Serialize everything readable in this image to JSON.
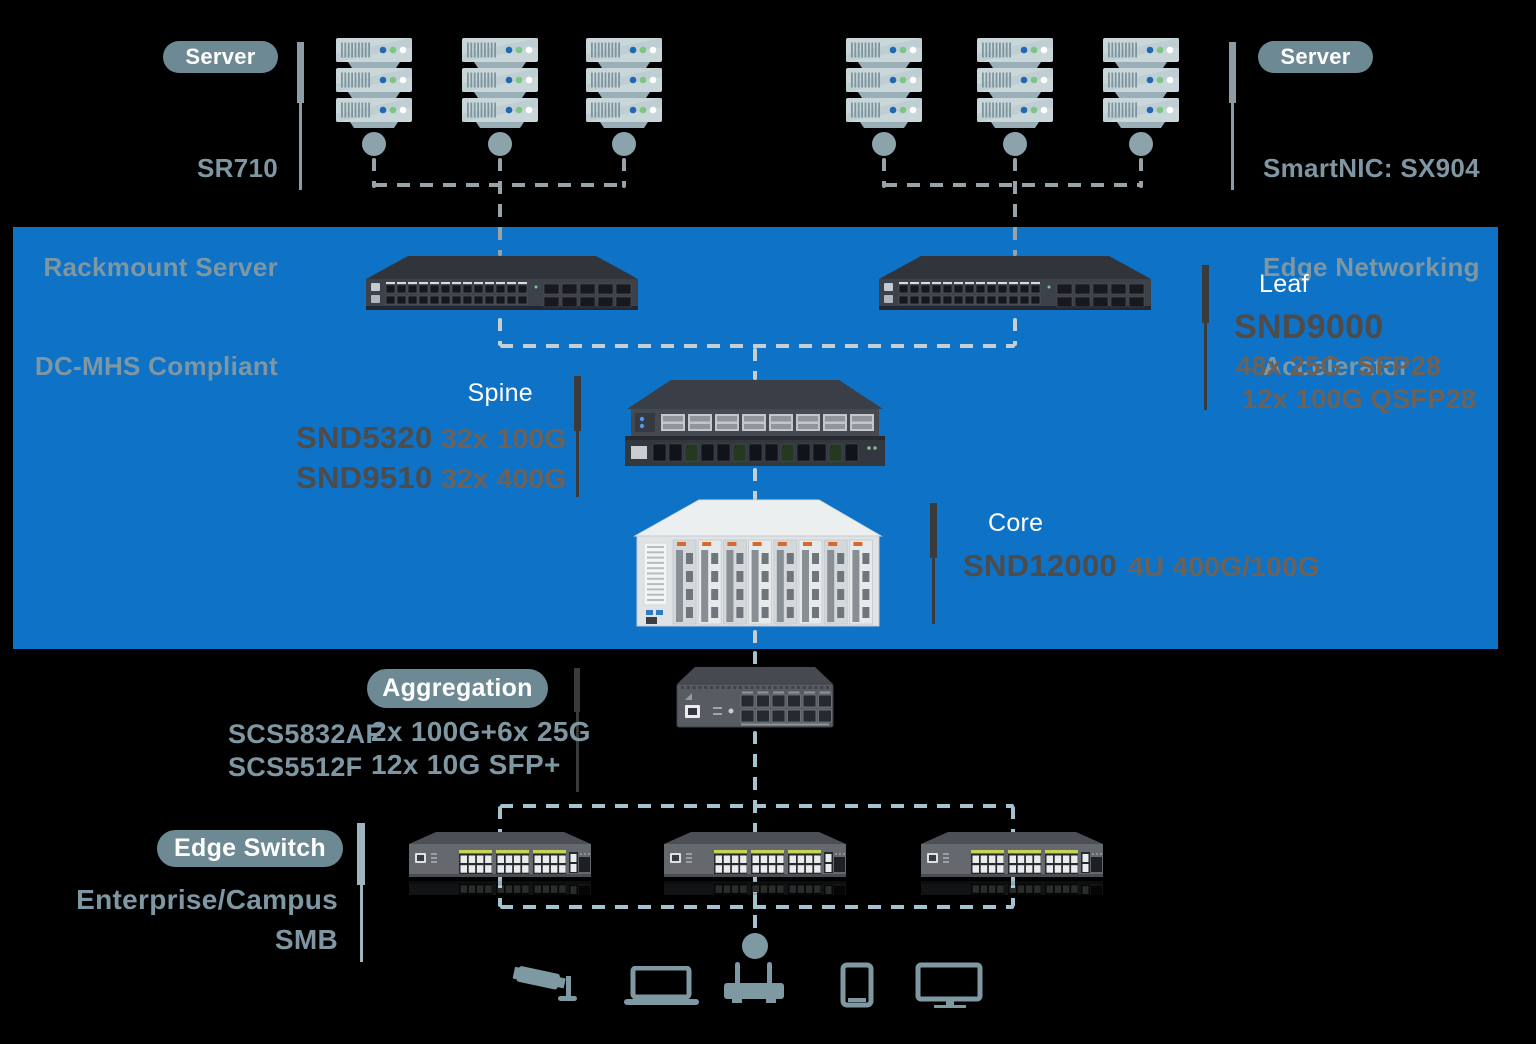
{
  "server_left": {
    "badge": "Server",
    "model": "SR710",
    "line2": "Rackmount Server",
    "line3": "DC-MHS Compliant"
  },
  "server_right": {
    "badge": "Server",
    "line1": "SmartNIC: SX904",
    "line2": "Edge Networking",
    "line3": "Accelerator"
  },
  "leaf": {
    "label": "Leaf",
    "model": "SND9000",
    "spec1": "48x 25G  SFP28",
    "spec2": "12x 100G QSFP28"
  },
  "spine": {
    "label": "Spine",
    "rows": [
      {
        "model": "SND5320",
        "spec": "32x 100G"
      },
      {
        "model": "SND9510",
        "spec": "32x 400G"
      }
    ]
  },
  "core": {
    "label": "Core",
    "model": "SND12000",
    "spec": "4U 400G/100G"
  },
  "aggregation": {
    "badge": "Aggregation",
    "rows": [
      {
        "model": "SCS5832AF",
        "spec": "2x 100G+6x 25G"
      },
      {
        "model": "SCS5512F",
        "spec": "12x 10G SFP+"
      }
    ]
  },
  "edge": {
    "badge": "Edge Switch",
    "line1": "Enterprise/Campus",
    "line2": "SMB"
  },
  "colors": {
    "band": "#0E72C6",
    "pill": "#6C8994",
    "slate_text": "#7E97A2",
    "model_dark": "#4F4B49",
    "spec_brown": "#6E6156",
    "dash_top": "#97A3A9",
    "dash_on_blue": "#C6CFD4",
    "dash_bottom": "#A4C3CE",
    "device_icon": "#7F99A3"
  },
  "device_icons": [
    "cctv-camera",
    "laptop",
    "wireless-router",
    "smartphone",
    "desktop-monitor"
  ]
}
